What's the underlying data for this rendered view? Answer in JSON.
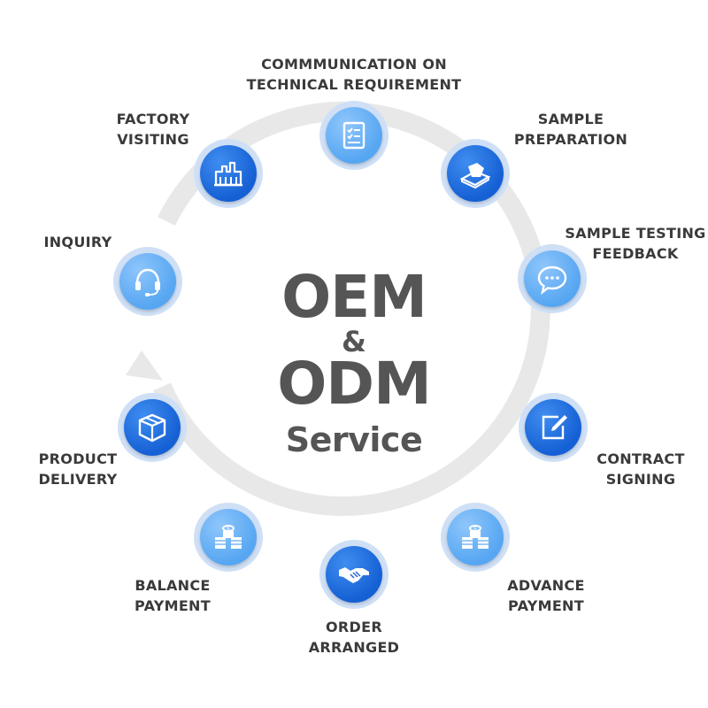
{
  "center": {
    "line1": "OEM",
    "line2": "&",
    "line3": "ODM",
    "line4": "Service"
  },
  "steps": [
    {
      "label": "COMMMUNICATION ON\nTECHNICAL REQUIREMENT",
      "icon": "checklist-icon",
      "tone": "light"
    },
    {
      "label": "SAMPLE\nPREPARATION",
      "icon": "sample-tray-icon",
      "tone": "dark"
    },
    {
      "label": "SAMPLE TESTING\nFEEDBACK",
      "icon": "chat-bubble-icon",
      "tone": "light"
    },
    {
      "label": "CONTRACT\nSIGNING",
      "icon": "pen-document-icon",
      "tone": "dark"
    },
    {
      "label": "ADVANCE\nPAYMENT",
      "icon": "coin-stack-icon",
      "tone": "light"
    },
    {
      "label": "ORDER\nARRANGED",
      "icon": "handshake-icon",
      "tone": "dark"
    },
    {
      "label": "BALANCE\nPAYMENT",
      "icon": "coin-stack-icon",
      "tone": "light"
    },
    {
      "label": "PRODUCT\nDELIVERY",
      "icon": "box-icon",
      "tone": "dark"
    },
    {
      "label": "INQUIRY",
      "icon": "headset-icon",
      "tone": "light"
    },
    {
      "label": "FACTORY\nVISITING",
      "icon": "factory-icon",
      "tone": "dark"
    }
  ],
  "colors": {
    "dark_blue": "#1560d4",
    "light_blue": "#56a6f2",
    "ring": "#e8e8e8",
    "text": "#3a3a3a",
    "title": "#555555"
  }
}
